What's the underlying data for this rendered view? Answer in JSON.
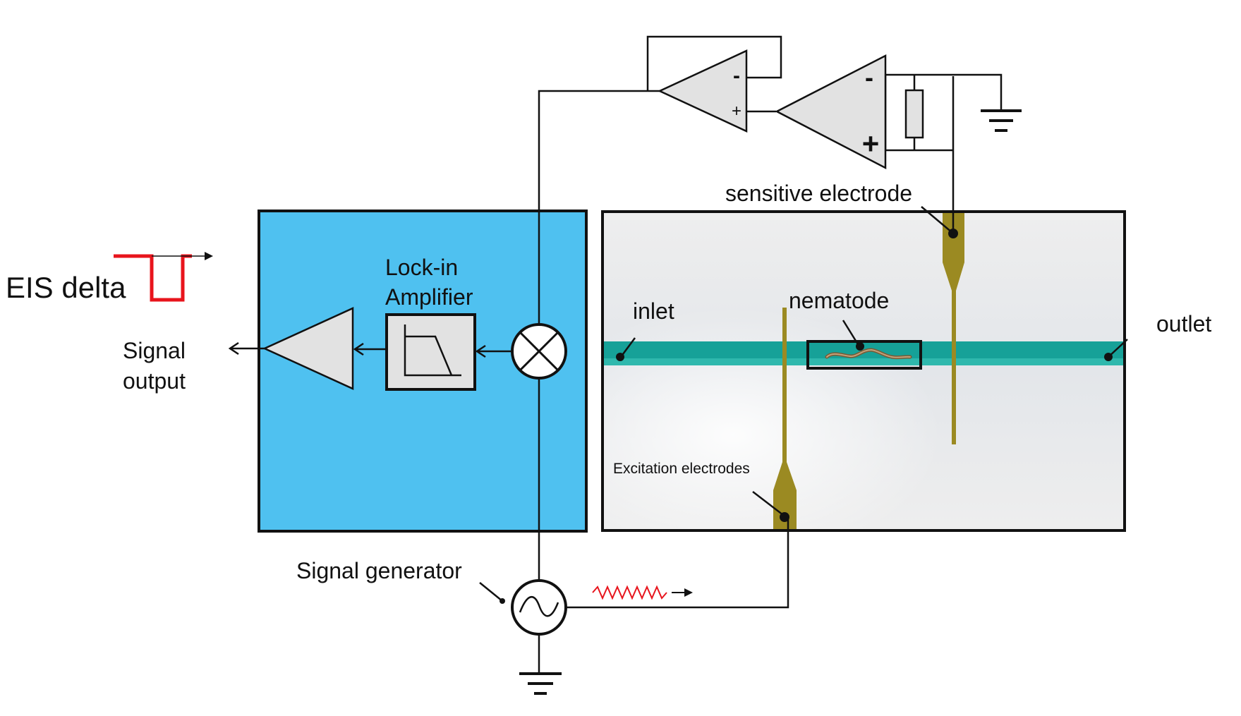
{
  "labels": {
    "eis_delta": "EIS delta",
    "signal_output_line1": "Signal",
    "signal_output_line2": "output",
    "lockin_line1": "Lock-in",
    "lockin_line2": "Amplifier",
    "sensitive_electrode": "sensitive electrode",
    "nematode": "nematode",
    "inlet": "inlet",
    "outlet": "outlet",
    "excitation_electrodes": "Excitation electrodes",
    "signal_generator": "Signal generator",
    "opamp_minus": "-",
    "opamp_plus": "+"
  },
  "colors": {
    "lockin_box": "#4fc1f0",
    "channel": "#16a198",
    "electrode": "#9b8a22",
    "eis_trace": "#e8141c",
    "excitation_wave": "#e8141c",
    "opamp_fill": "#e2e2e2",
    "chip_bg": "#ededed"
  },
  "icons": {
    "mixer": "multiplier-circle-icon",
    "low_pass_filter": "low-pass-filter-icon",
    "output_amplifier": "amplifier-triangle-icon",
    "ac_source": "ac-source-icon",
    "ground": "ground-icon",
    "resistor": "resistor-icon"
  }
}
